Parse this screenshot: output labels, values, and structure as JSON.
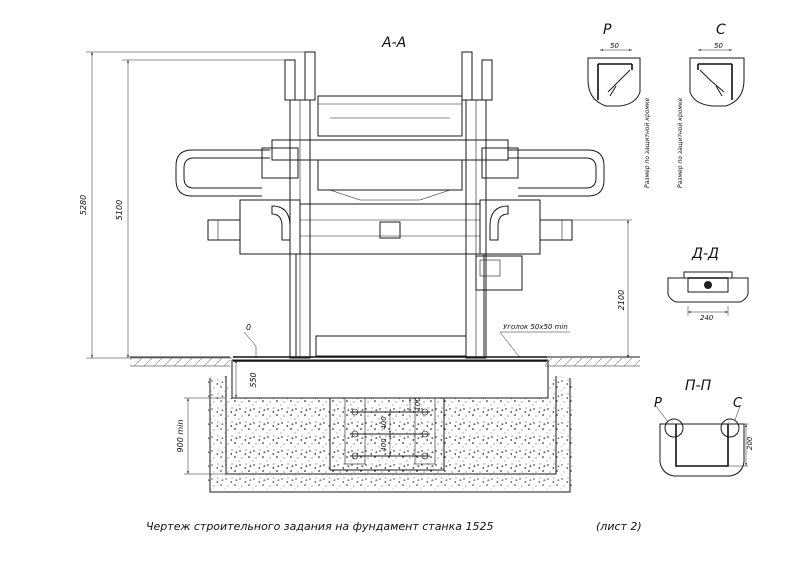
{
  "section_labels": {
    "main": "А-А",
    "detail_p": "Р",
    "detail_c": "С",
    "detail_d": "Д-Д",
    "detail_pp": "П-П",
    "pp_left": "Р",
    "pp_right": "С"
  },
  "dimensions": {
    "overall_height": "5280",
    "height_5100": "5100",
    "height_2100": "2100",
    "pit_550": "550",
    "foundation_min": "900 min",
    "bolt_100": "100",
    "bolt_400_a": "400",
    "bolt_400_b": "400",
    "zero_mark": "0",
    "angle_note": "Уголок 50х50 min",
    "detail_p_50": "50",
    "detail_c_50": "50",
    "detail_p_note": "Размер по защитной кромке",
    "detail_c_note": "Размер по защитной кромке",
    "detail_d_240": "240",
    "detail_pp_200": "200"
  },
  "caption": {
    "title": "Чертеж строительного задания на фундамент станка 1525",
    "sheet": "(лист 2)"
  }
}
